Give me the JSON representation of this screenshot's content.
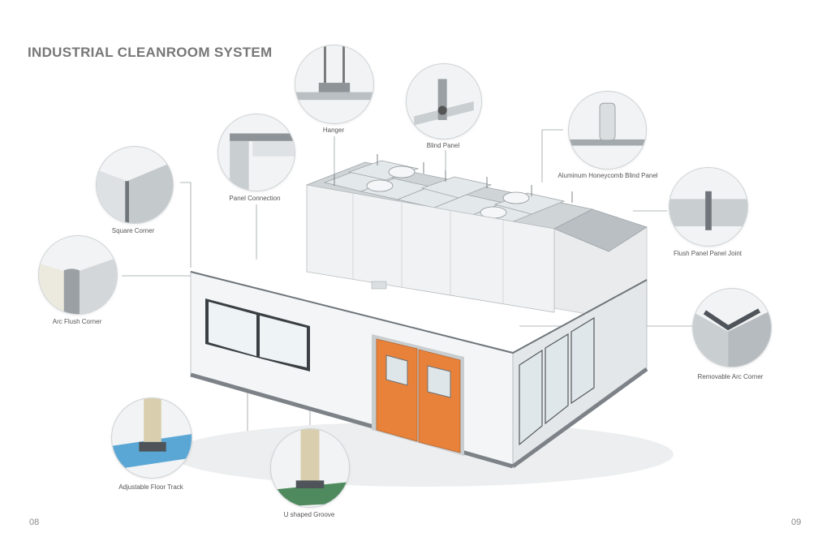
{
  "header": {
    "title": "INDUSTRIAL CLEANROOM SYSTEM"
  },
  "footer": {
    "page_left": "08",
    "page_right": "09"
  },
  "callouts": {
    "hanger": "Hanger",
    "blind_panel": "Blind Panel",
    "aluminum_honeycomb": "Aluminum Honeycomb Blind Panel",
    "panel_connection": "Panel Connection",
    "square_corner": "Square Corner",
    "flush_panel_joint": "Flush Panel Panel Joint",
    "arc_flush_corner": "Arc Flush Corner",
    "removable_arc_corner": "Removable Arc Corner",
    "adjustable_floor_track": "Adjustable Floor Track",
    "u_groove": "U shaped Groove"
  },
  "colors": {
    "door": "#e8823a",
    "title": "#777777"
  }
}
